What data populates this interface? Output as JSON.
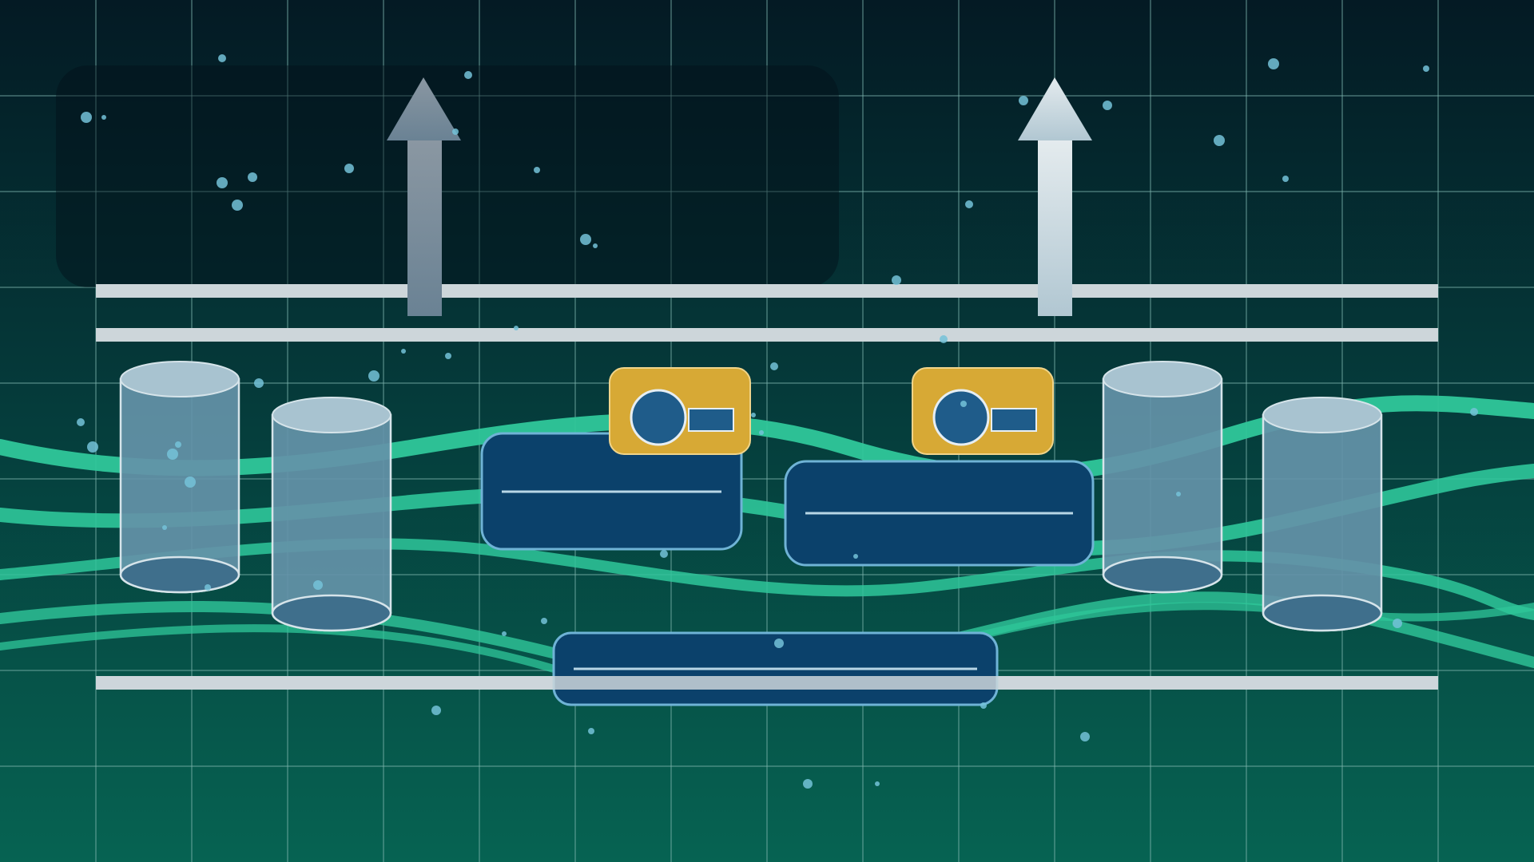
{
  "colors": {
    "background_top": "#041a24",
    "background_bottom": "#066352",
    "grid_line": "#7fb7ae",
    "rail": "#cdd6da",
    "wave": "#2fc79a",
    "cylinder_body": "#6492a8",
    "cylinder_cap": "#a8c3d0",
    "block_fill": "#0b416b",
    "block_stroke": "#6fb3d6",
    "badge_fill": "#d7a935",
    "badge_dot": "#1f5c8a",
    "arrow_dim": "#7a8a96",
    "arrow_bright": "#c3d2da",
    "particle": "#74c2d8"
  },
  "icons": {
    "arrows": [
      "up-arrow-icon",
      "up-arrow-icon"
    ],
    "badges": [
      "lens-badge-icon",
      "lens-badge-icon"
    ]
  },
  "elements": {
    "cylinders": 4,
    "blocks": 3,
    "badges": 2,
    "arrows": 2,
    "rails": 3,
    "waves": 5
  }
}
